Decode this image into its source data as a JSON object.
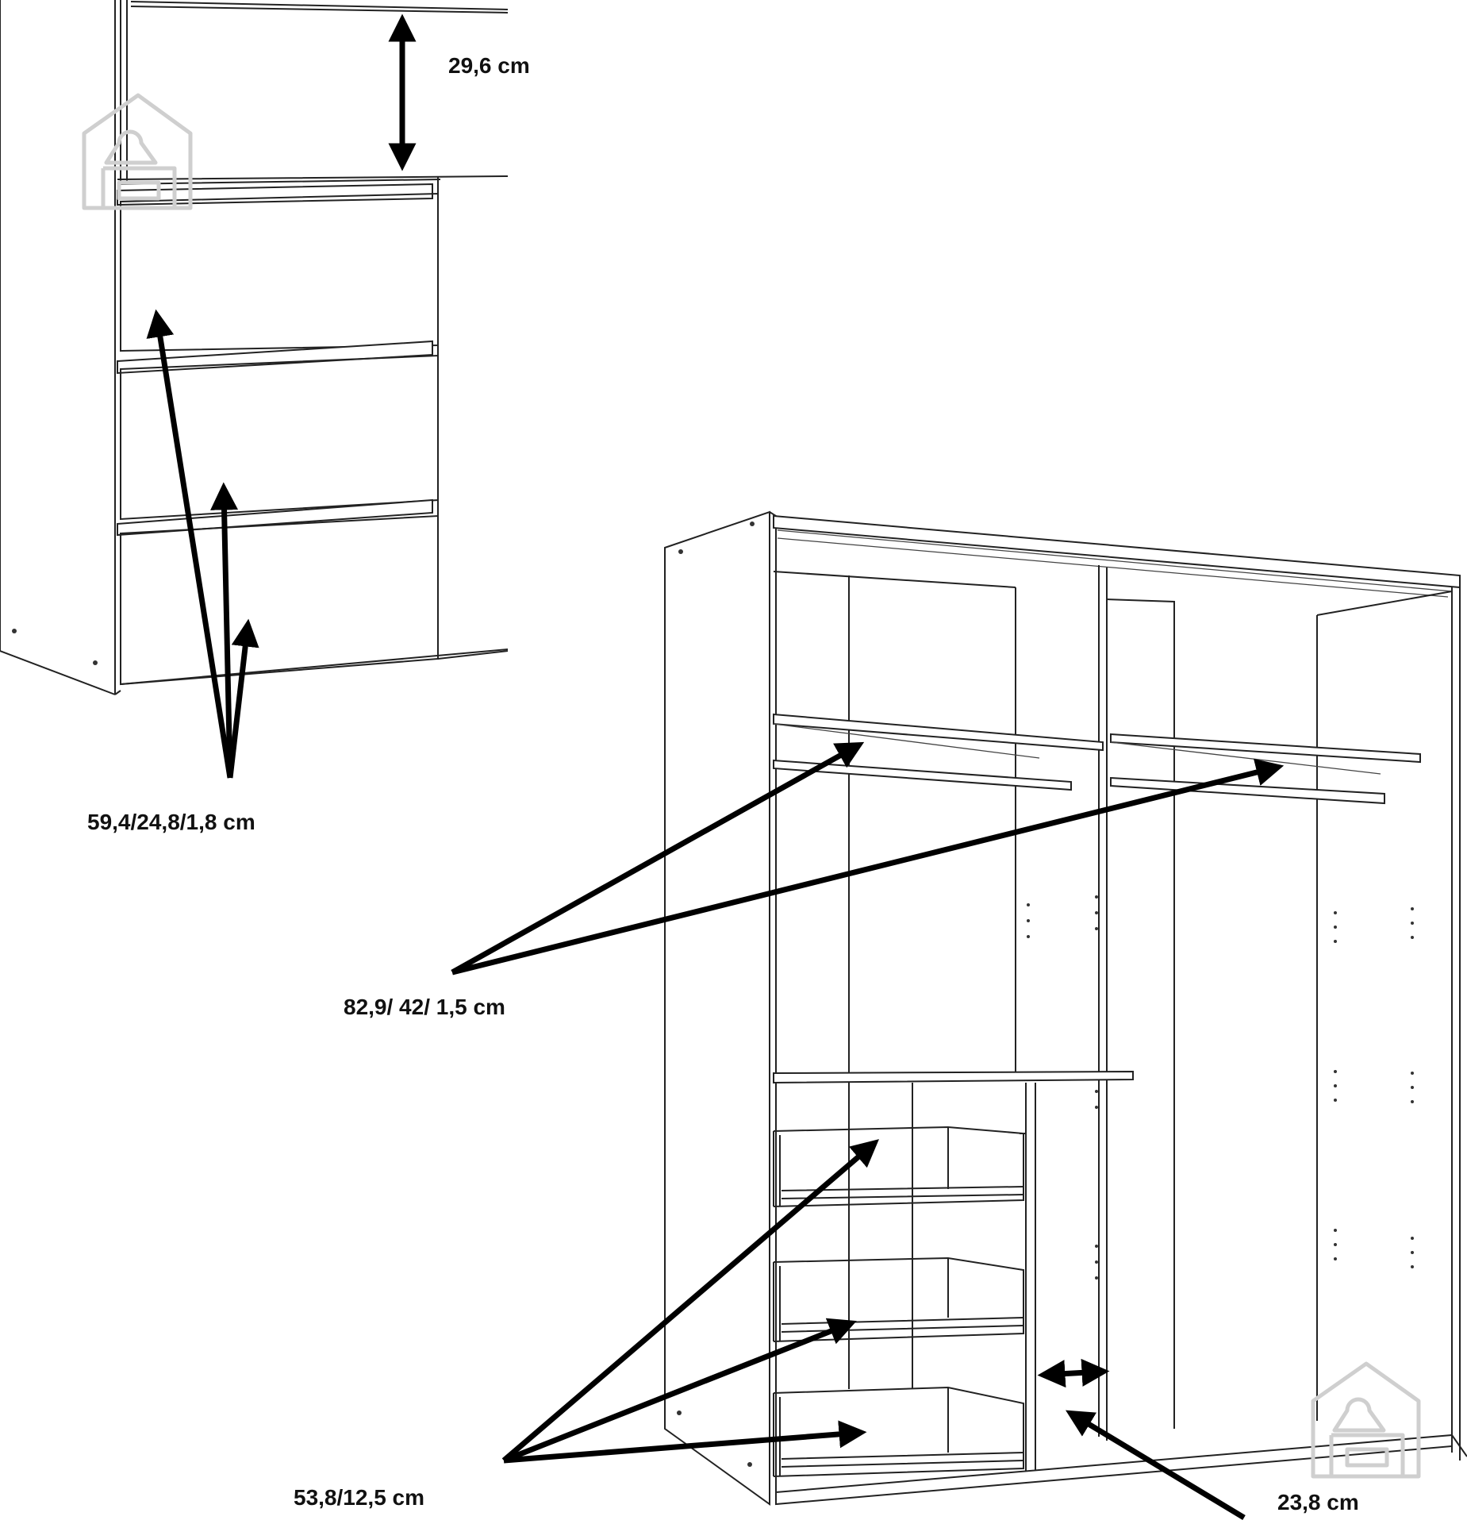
{
  "dimensions": {
    "drawer_front_gap": "29,6 cm",
    "drawer_fronts": "59,4/24,8/1,8 cm",
    "shelves": "82,9/ 42/ 1,5 cm",
    "inner_drawers": "53,8/12,5 cm",
    "compartment_width": "23,8 cm"
  },
  "colors": {
    "line": "#222222",
    "arrow": "#000000",
    "watermark": "#cfcfcf"
  },
  "icons": [
    "house-hanger-watermark-icon"
  ]
}
